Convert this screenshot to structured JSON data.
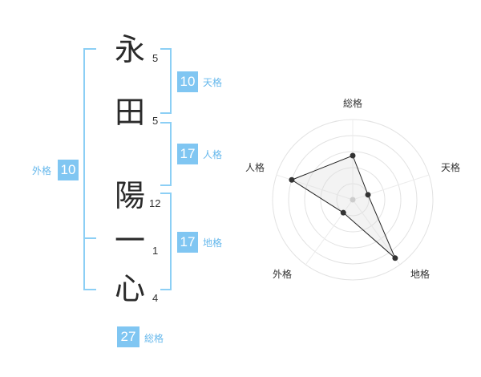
{
  "name_chars": [
    {
      "char": "永",
      "strokes": "5"
    },
    {
      "char": "田",
      "strokes": "5"
    },
    {
      "char": "陽",
      "strokes": "12"
    },
    {
      "char": "一",
      "strokes": "1"
    },
    {
      "char": "心",
      "strokes": "4"
    }
  ],
  "fortunes": {
    "tenkaku": {
      "value": "10",
      "label": "天格"
    },
    "jinkaku": {
      "value": "17",
      "label": "人格"
    },
    "chikaku": {
      "value": "17",
      "label": "地格"
    },
    "gaikaku": {
      "value": "10",
      "label": "外格"
    },
    "soukaku": {
      "value": "27",
      "label": "総格"
    }
  },
  "colors": {
    "accent": "#80c6f2",
    "bracket": "#8ccff5",
    "text": "#2b2b2b"
  },
  "chart_data": {
    "type": "radar",
    "axes": [
      "総格",
      "天格",
      "地格",
      "外格",
      "人格"
    ],
    "values": [
      0.55,
      0.2,
      0.9,
      0.2,
      0.8
    ],
    "max": 1
  }
}
